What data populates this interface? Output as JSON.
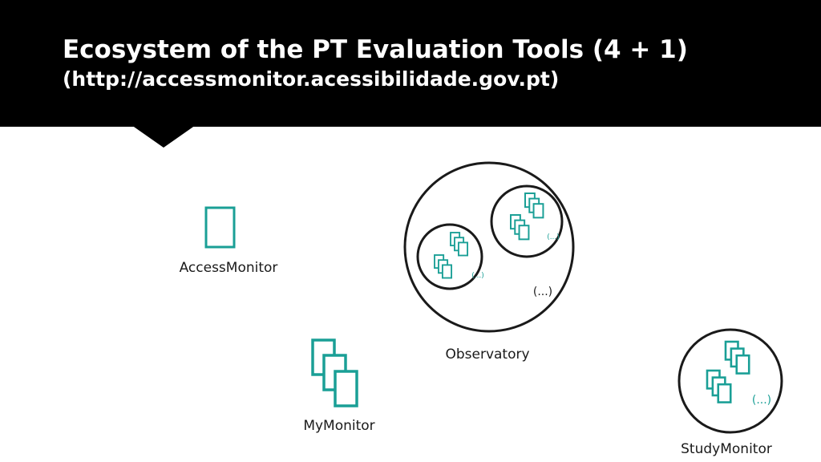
{
  "header": {
    "title": "Ecosystem of the PT Evaluation Tools (4 + 1)",
    "subtitle": "(http://accessmonitor.acessibilidade.gov.pt)"
  },
  "tools": {
    "access_monitor": "AccessMonitor",
    "my_monitor": "MyMonitor",
    "observatory": "Observatory",
    "study_monitor": "StudyMonitor"
  },
  "observatory": {
    "ellipsis": "(...)",
    "group_1_ellipsis": "(...)",
    "group_2_ellipsis": "(...)"
  },
  "study_monitor": {
    "ellipsis": "(...)"
  },
  "colors": {
    "header_bg": "#000000",
    "header_text": "#ffffff",
    "accent_teal": "#1a9f96",
    "outline": "#1a1a1a"
  },
  "icons": [
    "document-icon",
    "documents-stack-icon"
  ]
}
